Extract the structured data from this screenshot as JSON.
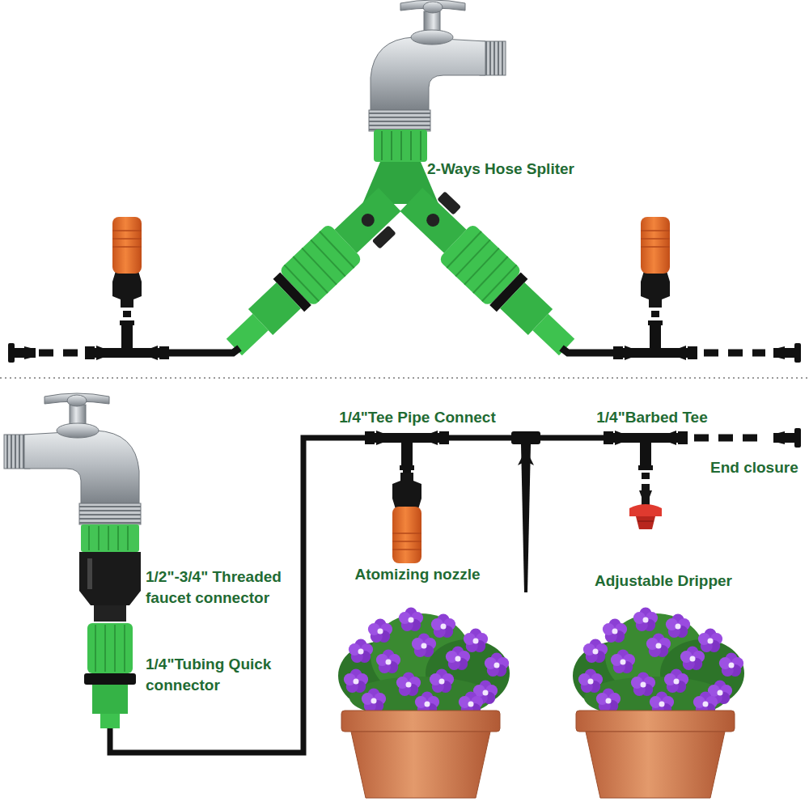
{
  "diagram": {
    "labels": [
      "2-Ways Hose Spliter",
      "1/4\"Tee Pipe Connect",
      "1/4\"Barbed Tee",
      "End closure",
      "Atomizing nozzle",
      "Adjustable Dripper",
      "1/2\"-3/4\" Threaded faucet connector",
      "1/4\"Tubing Quick connector"
    ]
  }
}
